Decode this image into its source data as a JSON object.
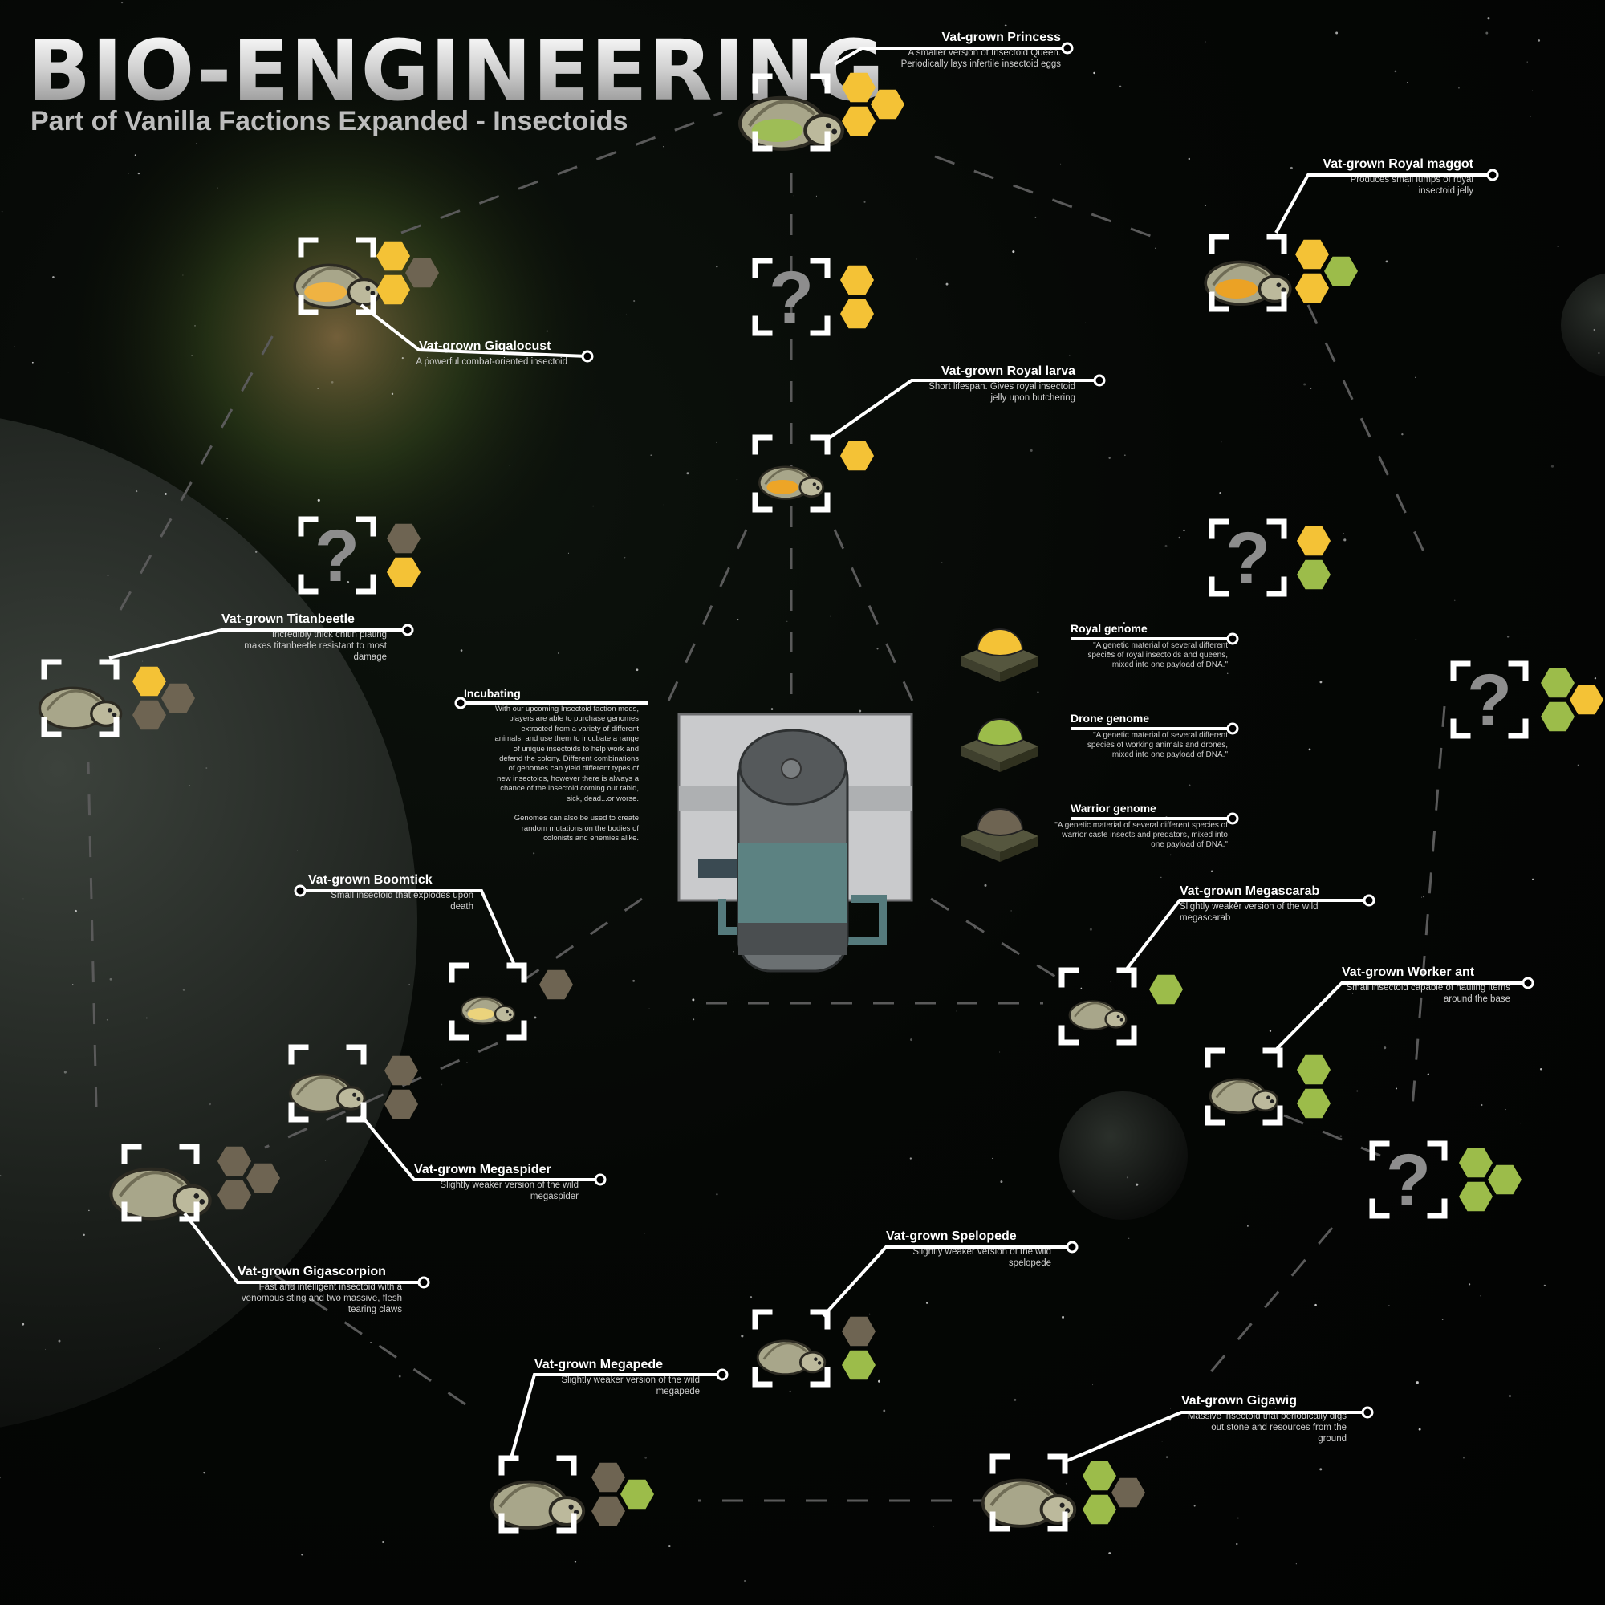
{
  "header": {
    "title": "BIO-ENGINEERING",
    "subtitle": "Part of Vanilla Factions Expanded - Insectoids"
  },
  "colors": {
    "royal": "#f4c236",
    "drone": "#9cbc4a",
    "warrior": "#6e6452",
    "bracket": "#ffffff",
    "leader": "#ffffff",
    "unknown": "#8d8d8d"
  },
  "incubating": {
    "title": "Incubating",
    "text": "With our upcoming Insectoid faction mods,\nplayers are able to purchase genomes\nextracted from a variety of different\nanimals, and use them to incubate a range\nof unique insectoids to help work and\ndefend the colony. Different combinations\nof genomes can yield different types of\nnew insectoids, however there is always a\nchance of the insectoid coming out rabid,\nsick, dead...or worse.\n\nGenomes can also be used to create\nrandom mutations on the bodies of\ncolonists and enemies alike."
  },
  "genomes": [
    {
      "name": "Royal genome",
      "desc": "\"A genetic material of several different species of royal insectoids and queens, mixed into one payload of DNA.\"",
      "color": "royal"
    },
    {
      "name": "Drone genome",
      "desc": "\"A genetic material of several different species of working animals and drones, mixed into one payload of DNA.\"",
      "color": "drone"
    },
    {
      "name": "Warrior genome",
      "desc": "\"A genetic material of several different species of warrior caste insects and predators, mixed into one payload of DNA.\"",
      "color": "warrior"
    }
  ],
  "creatures": [
    {
      "name": "Vat-grown Princess",
      "desc": "A smaller version of Insectoid Queen. Periodically lays infertile insectoid eggs",
      "genomes": [
        "royal",
        "royal",
        "royal"
      ],
      "icon": "princess-icon"
    },
    {
      "name": "Vat-grown Royal maggot",
      "desc": "Produces small lumps of royal insectoid jelly",
      "genomes": [
        "royal",
        "royal",
        "drone"
      ],
      "icon": "royal-maggot-icon"
    },
    {
      "name": "Vat-grown Gigalocust",
      "desc": "A powerful combat-oriented insectoid",
      "genomes": [
        "royal",
        "royal",
        "warrior"
      ],
      "icon": "gigalocust-icon"
    },
    {
      "name": "Vat-grown Royal larva",
      "desc": "Short lifespan. Gives royal insectoid jelly upon butchering",
      "genomes": [
        "royal"
      ],
      "icon": "royal-larva-icon"
    },
    {
      "name": "Vat-grown Titanbeetle",
      "desc": "Incredibly thick chitin plating makes titanbeetle resistant to most damage",
      "genomes": [
        "royal",
        "warrior",
        "warrior"
      ],
      "icon": "titanbeetle-icon"
    },
    {
      "name": "Vat-grown Boomtick",
      "desc": "Small insectoid that explodes upon death",
      "genomes": [
        "warrior"
      ],
      "icon": "boomtick-icon"
    },
    {
      "name": "Vat-grown Megaspider",
      "desc": "Slightly weaker version of the wild megaspider",
      "genomes": [
        "warrior",
        "warrior"
      ],
      "icon": "megaspider-icon"
    },
    {
      "name": "Vat-grown Gigascorpion",
      "desc": "Fast and intelligent insectoid with a venomous sting and two massive, flesh tearing claws",
      "genomes": [
        "warrior",
        "warrior",
        "warrior"
      ],
      "icon": "gigascorpion-icon"
    },
    {
      "name": "Vat-grown Megascarab",
      "desc": "Slightly weaker version of the wild megascarab",
      "genomes": [
        "drone"
      ],
      "icon": "megascarab-icon"
    },
    {
      "name": "Vat-grown Worker ant",
      "desc": "Small insectoid capable of hauling items around the base",
      "genomes": [
        "drone",
        "drone"
      ],
      "icon": "worker-ant-icon"
    },
    {
      "name": "Vat-grown Spelopede",
      "desc": "Slightly weaker version of the wild spelopede",
      "genomes": [
        "warrior",
        "drone"
      ],
      "icon": "spelopede-icon"
    },
    {
      "name": "Vat-grown Megapede",
      "desc": "Slightly weaker version of the wild megapede",
      "genomes": [
        "warrior",
        "warrior",
        "drone"
      ],
      "icon": "megapede-icon"
    },
    {
      "name": "Vat-grown Gigawig",
      "desc": "Massive insectoid that periodically digs out stone and resources from the ground",
      "genomes": [
        "drone",
        "drone",
        "warrior"
      ],
      "icon": "gigawig-icon"
    }
  ],
  "unknowns": [
    {
      "symbol": "?",
      "genomes": [
        "royal",
        "royal"
      ]
    },
    {
      "symbol": "?",
      "genomes": [
        "warrior",
        "royal"
      ]
    },
    {
      "symbol": "?",
      "genomes": [
        "royal",
        "drone"
      ]
    },
    {
      "symbol": "?",
      "genomes": [
        "drone",
        "drone",
        "royal"
      ]
    },
    {
      "symbol": "?",
      "genomes": [
        "drone",
        "drone",
        "drone"
      ]
    }
  ]
}
